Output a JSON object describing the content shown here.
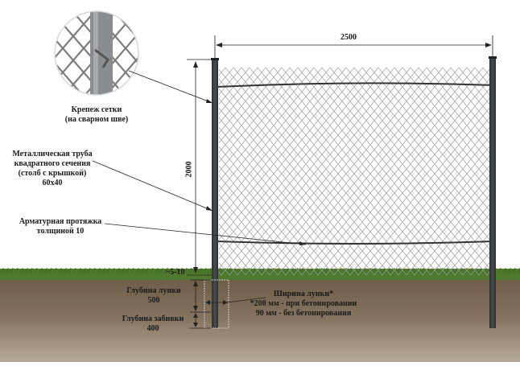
{
  "dimensions": {
    "span": "2500",
    "height": "2000",
    "gap": "~5-10"
  },
  "callouts": {
    "mesh_fastening": [
      "Крепеж сетки",
      "(на сварном шве)"
    ],
    "post": [
      "Металлическая труба",
      "квадратного сечения",
      "(столб с крышкой)",
      "60х40"
    ],
    "rebar": [
      "Арматурная протяжка",
      "толщиной 10"
    ],
    "hole_depth": [
      "Глубина лунки",
      "500"
    ],
    "drive_depth": [
      "Глубина забивки",
      "400"
    ],
    "hole_width": [
      "Ширина лунки*",
      "*200 мм - при бетонировании",
      "90 мм - без бетонирования"
    ]
  },
  "colors": {
    "post": "#3a3d3f",
    "mesh": "#9a9a9a",
    "wire": "#333333",
    "grass": "#4f7a2e",
    "soil": "#5a4632",
    "dimension_line": "#222222"
  },
  "icons": {
    "detail_magnifier": "magnifier-detail-icon"
  }
}
